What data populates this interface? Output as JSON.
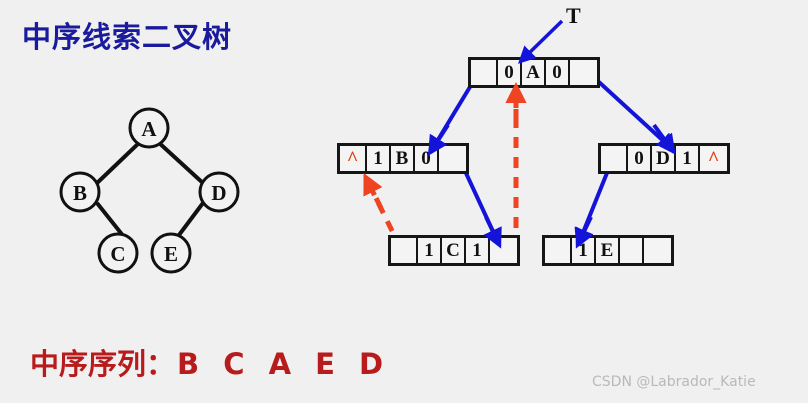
{
  "slide": {
    "title": "中序线索二叉树",
    "inorder_prefix": "中序序列：",
    "inorder_sequence": "B C A E D",
    "watermark": "CSDN @Labrador_Katie",
    "background_color": "#f0f0f0",
    "title_color": "#1a1a9c",
    "inorder_color": "#b81b1b",
    "thread_arrow_color": "#ee4422",
    "link_arrow_color": "#1414d8",
    "nil_mark_color": "#e04010"
  },
  "binary_tree": {
    "caption": "abstract binary tree",
    "nodes": [
      {
        "id": "A",
        "label": "A"
      },
      {
        "id": "B",
        "label": "B"
      },
      {
        "id": "C",
        "label": "C"
      },
      {
        "id": "D",
        "label": "D"
      },
      {
        "id": "E",
        "label": "E"
      }
    ],
    "edges": [
      {
        "from": "A",
        "to": "B",
        "side": "left"
      },
      {
        "from": "A",
        "to": "D",
        "side": "right"
      },
      {
        "from": "B",
        "to": "C",
        "side": "right"
      },
      {
        "from": "D",
        "to": "E",
        "side": "left"
      }
    ]
  },
  "pointer_label": {
    "name": "T",
    "target": "root-node-A"
  },
  "threaded_nodes": [
    {
      "id": "node-A",
      "data": "A",
      "cells": [
        "",
        "0",
        "A",
        "0",
        ""
      ],
      "lchild": "",
      "ltag": "0",
      "rtag": "0",
      "rchild": ""
    },
    {
      "id": "node-B",
      "data": "B",
      "cells": [
        "^",
        "1",
        "B",
        "0",
        ""
      ],
      "lchild": "^",
      "ltag": "1",
      "rtag": "0",
      "rchild": ""
    },
    {
      "id": "node-D",
      "data": "D",
      "cells": [
        "",
        "0",
        "D",
        "1",
        "^"
      ],
      "lchild": "",
      "ltag": "0",
      "rtag": "1",
      "rchild": "^"
    },
    {
      "id": "node-C",
      "data": "C",
      "cells": [
        "",
        "1",
        "C",
        "1",
        ""
      ],
      "lchild": "",
      "ltag": "1",
      "rtag": "1",
      "rchild": ""
    },
    {
      "id": "node-E",
      "data": "E",
      "cells": [
        "",
        "1",
        "E",
        "",
        ""
      ],
      "lchild": "",
      "ltag": "1",
      "rtag": "",
      "rchild": ""
    }
  ],
  "links": [
    {
      "from": "node-A",
      "to": "node-B",
      "kind": "child",
      "color": "#1414d8"
    },
    {
      "from": "node-A",
      "to": "node-D",
      "kind": "child",
      "color": "#1414d8"
    },
    {
      "from": "node-B",
      "to": "node-C",
      "kind": "child",
      "color": "#1414d8"
    },
    {
      "from": "node-D",
      "to": "node-E",
      "kind": "child",
      "color": "#1414d8"
    },
    {
      "from": "node-C",
      "to": "node-B",
      "kind": "thread-predecessor",
      "color": "#ee4422"
    },
    {
      "from": "node-C",
      "to": "node-A",
      "kind": "thread-successor",
      "color": "#ee4422"
    }
  ]
}
